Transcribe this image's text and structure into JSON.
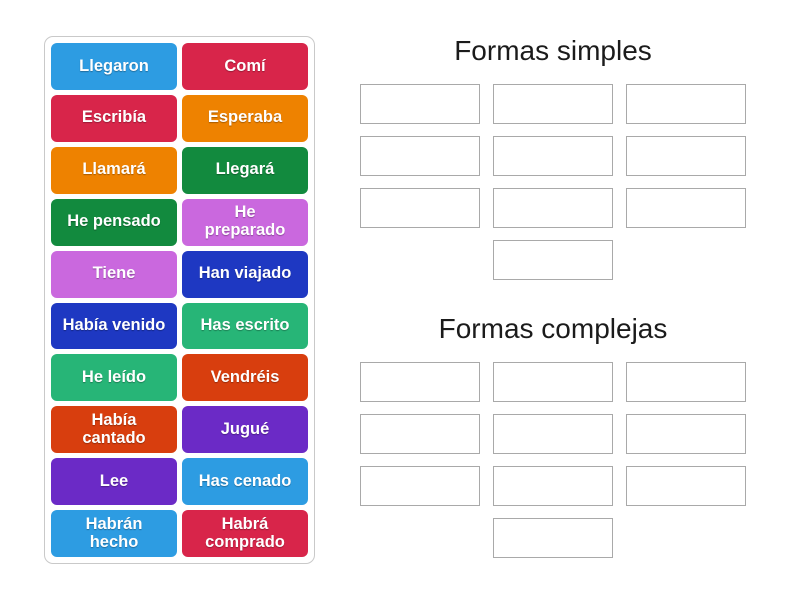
{
  "activity": {
    "board": {
      "tiles": [
        {
          "label": "Llegaron",
          "color": "#2d9ce2"
        },
        {
          "label": "Comí",
          "color": "#d8254a"
        },
        {
          "label": "Escribía",
          "color": "#d8254a"
        },
        {
          "label": "Esperaba",
          "color": "#ee8200"
        },
        {
          "label": "Llamará",
          "color": "#ee8200"
        },
        {
          "label": "Llegará",
          "color": "#128a3e"
        },
        {
          "label": "He pensado",
          "color": "#128a3e"
        },
        {
          "label": "He\npreparado",
          "color": "#ca68de"
        },
        {
          "label": "Tiene",
          "color": "#ca68de"
        },
        {
          "label": "Han viajado",
          "color": "#1e38c2"
        },
        {
          "label": "Había venido",
          "color": "#1e38c2"
        },
        {
          "label": "Has escrito",
          "color": "#27b577"
        },
        {
          "label": "He leído",
          "color": "#27b577"
        },
        {
          "label": "Vendréis",
          "color": "#d83e0e"
        },
        {
          "label": "Había\ncantado",
          "color": "#d83e0e"
        },
        {
          "label": "Jugué",
          "color": "#6b2ac6"
        },
        {
          "label": "Lee",
          "color": "#6b2ac6"
        },
        {
          "label": "Has cenado",
          "color": "#2d9ce2"
        },
        {
          "label": "Habrán\nhecho",
          "color": "#2d9ce2"
        },
        {
          "label": "Habrá\ncomprado",
          "color": "#d8254a"
        }
      ]
    },
    "groups": [
      {
        "title": "Formas simples"
      },
      {
        "title": "Formas complejas"
      }
    ]
  },
  "colors": {
    "tile_text": "#ffffff",
    "board_border": "#c9c9c9",
    "slot_border": "#a9a9a9",
    "title_text": "#1b1b1b"
  }
}
